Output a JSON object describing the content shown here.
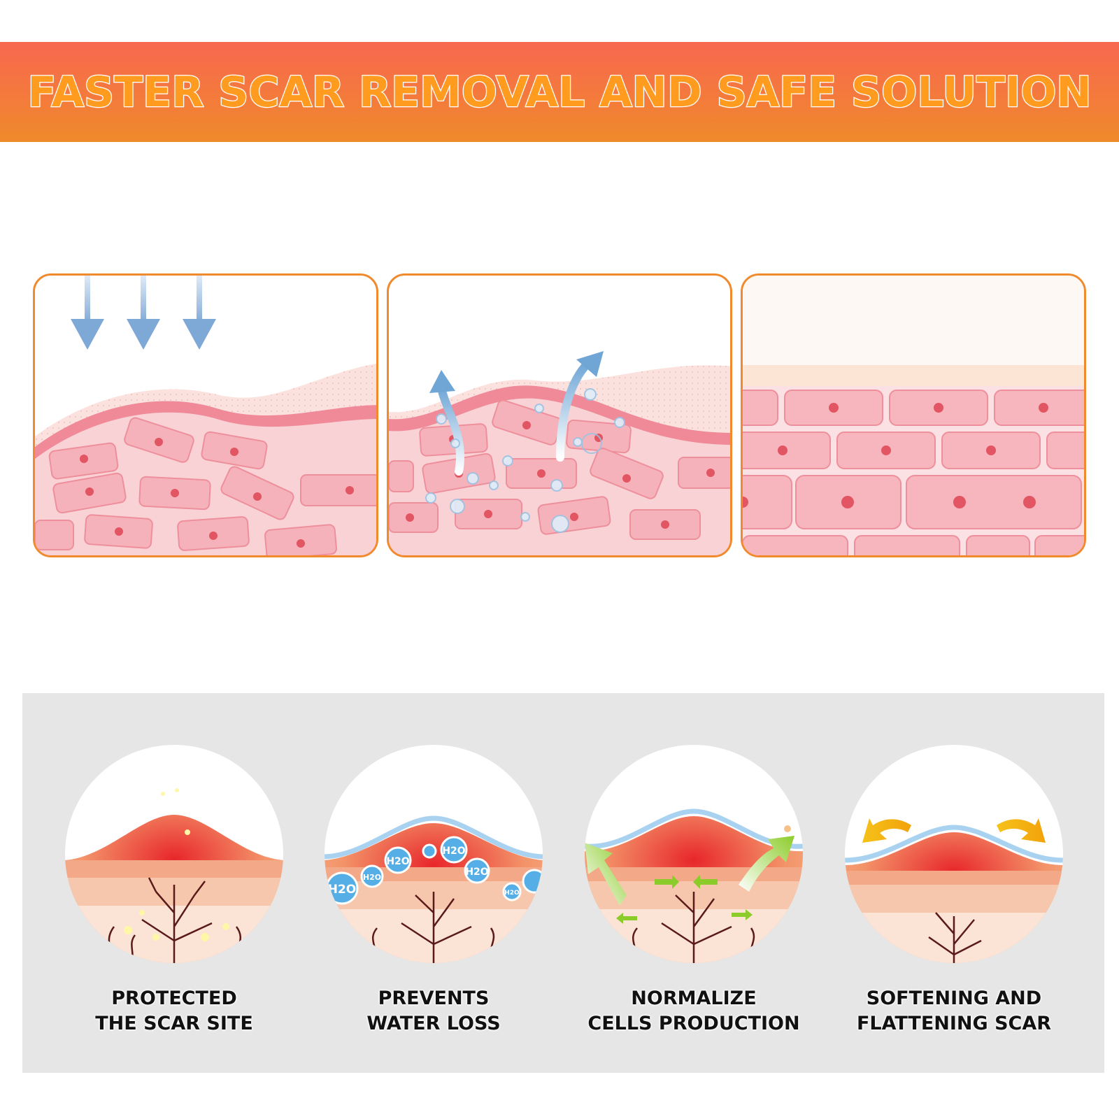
{
  "banner": {
    "title": "FASTER SCAR REMOVAL AND SAFE SOLUTION",
    "colors": {
      "top": "#f7684f",
      "bottom": "#ef8a2a",
      "text": "#ff9b1e",
      "outline": "#ffffff"
    }
  },
  "panels": [
    {
      "name": "pressure-panel",
      "icon": "down-arrows"
    },
    {
      "name": "hydration-panel",
      "icon": "evaporation-arrows"
    },
    {
      "name": "smooth-cells-panel",
      "icon": "aligned-cells"
    }
  ],
  "features": [
    {
      "line1": "PROTECTED",
      "line2": "THE SCAR SITE",
      "icon": "protected-scar-icon"
    },
    {
      "line1": "PREVENTS",
      "line2": "WATER LOSS",
      "icon": "water-retention-icon"
    },
    {
      "line1": "NORMALIZE",
      "line2": "CELLS PRODUCTION",
      "icon": "cell-normalize-icon"
    },
    {
      "line1": "SOFTENING AND",
      "line2": "FLATTENING SCAR",
      "icon": "flatten-scar-icon"
    }
  ],
  "water_label": "H2O",
  "colors": {
    "panel_border": "#f08a2c",
    "skin": "#f7c3c8",
    "cell": "#f49aa6",
    "arrow_blue": "#8fb8e0"
  }
}
